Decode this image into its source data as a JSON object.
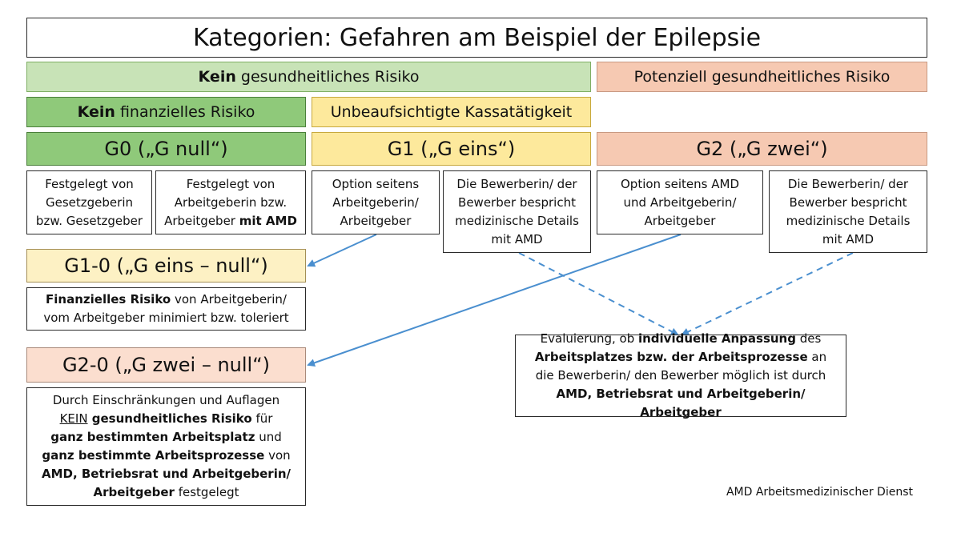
{
  "title": "Kategorien: Gefahren am Beispiel der Epilepsie",
  "bands": {
    "kein_risiko": {
      "bold": "Kein",
      "rest": " gesundheitliches Risiko"
    },
    "potenziell": "Potenziell gesundheitliches Risiko",
    "kein_finanz": {
      "bold": "Kein",
      "rest": " finanzielles Risiko"
    },
    "kassa": "Unbeaufsichtigte Kassatätigkeit"
  },
  "categories": {
    "g0": "G0 („G null“)",
    "g1": "G1 („G eins“)",
    "g2": "G2 („G zwei“)",
    "g10": "G1-0 („G eins – null“)",
    "g20": "G2-0 („G zwei – null“)"
  },
  "notes": {
    "g0_a": [
      "Festgelegt von",
      "Gesetzgeberin",
      "bzw. Gesetzgeber"
    ],
    "g0_b": {
      "l1": "Festgelegt von",
      "l2": "Arbeitgeberin bzw.",
      "l3a": "Arbeitgeber ",
      "l3b": "mit AMD"
    },
    "g1_a": [
      "Option seitens",
      "Arbeitgeberin/",
      "Arbeitgeber"
    ],
    "g1_b": [
      "Die Bewerberin/ der",
      "Bewerber bespricht",
      "medizinische Details",
      "mit AMD"
    ],
    "g2_a": [
      "Option seitens AMD",
      "und Arbeitgeberin/",
      "Arbeitgeber"
    ],
    "g2_b": [
      "Die Bewerberin/ der",
      "Bewerber bespricht",
      "medizinische Details",
      "mit AMD"
    ]
  },
  "g10_desc": {
    "bold": "Finanzielles Risiko",
    "l1rest": " von Arbeitgeberin/",
    "l2": "vom Arbeitgeber minimiert bzw. toleriert"
  },
  "g20_desc": {
    "l1": "Durch Einschränkungen und Auflagen",
    "l2u": "KEIN",
    "l2b": " gesundheitliches Risiko",
    "l2rest": " für",
    "l3b": "ganz bestimmten Arbeitsplatz",
    "l3rest": " und",
    "l4b": "ganz bestimmte Arbeitsprozesse",
    "l4rest": " von",
    "l5b": "AMD, Betriebsrat und Arbeitgeberin/",
    "l6b": "Arbeitgeber",
    "l6rest": " festgelegt"
  },
  "eval": {
    "l1a": "Evaluierung, ob ",
    "l1b": "individuelle Anpassung",
    "l1c": " des",
    "l2b": "Arbeitsplatzes bzw. der Arbeitsprozesse",
    "l2c": " an",
    "l3": "die Bewerberin/ den Bewerber möglich ist durch",
    "l4b": "AMD, Betriebsrat und Arbeitgeberin/ Arbeitgeber"
  },
  "footer": "AMD Arbeitsmedizinischer Dienst",
  "colors": {
    "arrow": "#4a8fcf"
  }
}
